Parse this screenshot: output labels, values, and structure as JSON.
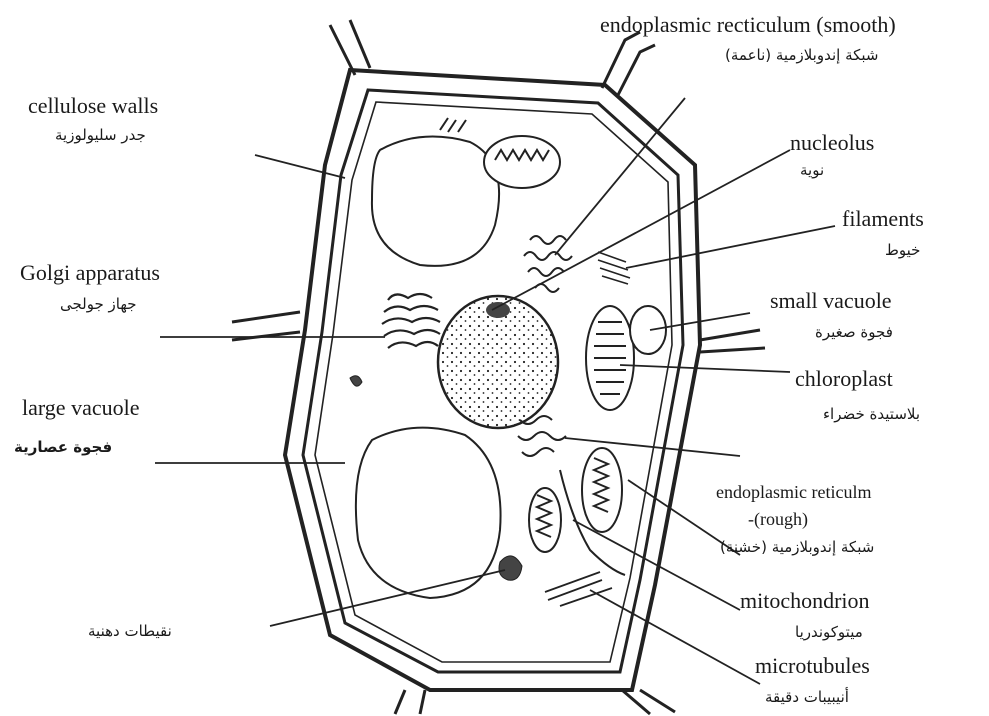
{
  "labels": {
    "er_smooth": {
      "en": "endoplasmic recticulum (smooth)",
      "ar": "شبكة إندوبلازمية (ناعمة)"
    },
    "cellulose_walls": {
      "en": "cellulose walls",
      "ar": "جدر سليولوزية"
    },
    "nucleolus": {
      "en": "nucleolus",
      "ar": "نوية"
    },
    "filaments": {
      "en": "filaments",
      "ar": "خيوط"
    },
    "golgi": {
      "en": "Golgi apparatus",
      "ar": "جهاز جولجى"
    },
    "small_vacuole": {
      "en": "small vacuole",
      "ar": "فجوة صغيرة"
    },
    "chloroplast": {
      "en": "chloroplast",
      "ar": "بلاستيدة خضراء"
    },
    "large_vacuole": {
      "en": "large vacuole",
      "ar": "فجوة عصارية"
    },
    "er_rough": {
      "en1": "endoplasmic reticulm",
      "en2": "-(rough)",
      "ar": "شبكة إندوبلازمية (خشنة)"
    },
    "mitochondrion": {
      "en": "mitochondrion",
      "ar": "ميتوكوندريا"
    },
    "microtubules": {
      "en": "microtubules",
      "ar": "أنيبيبات دقيقة"
    },
    "fat_droplets": {
      "ar": "نقيطات دهنية"
    }
  }
}
